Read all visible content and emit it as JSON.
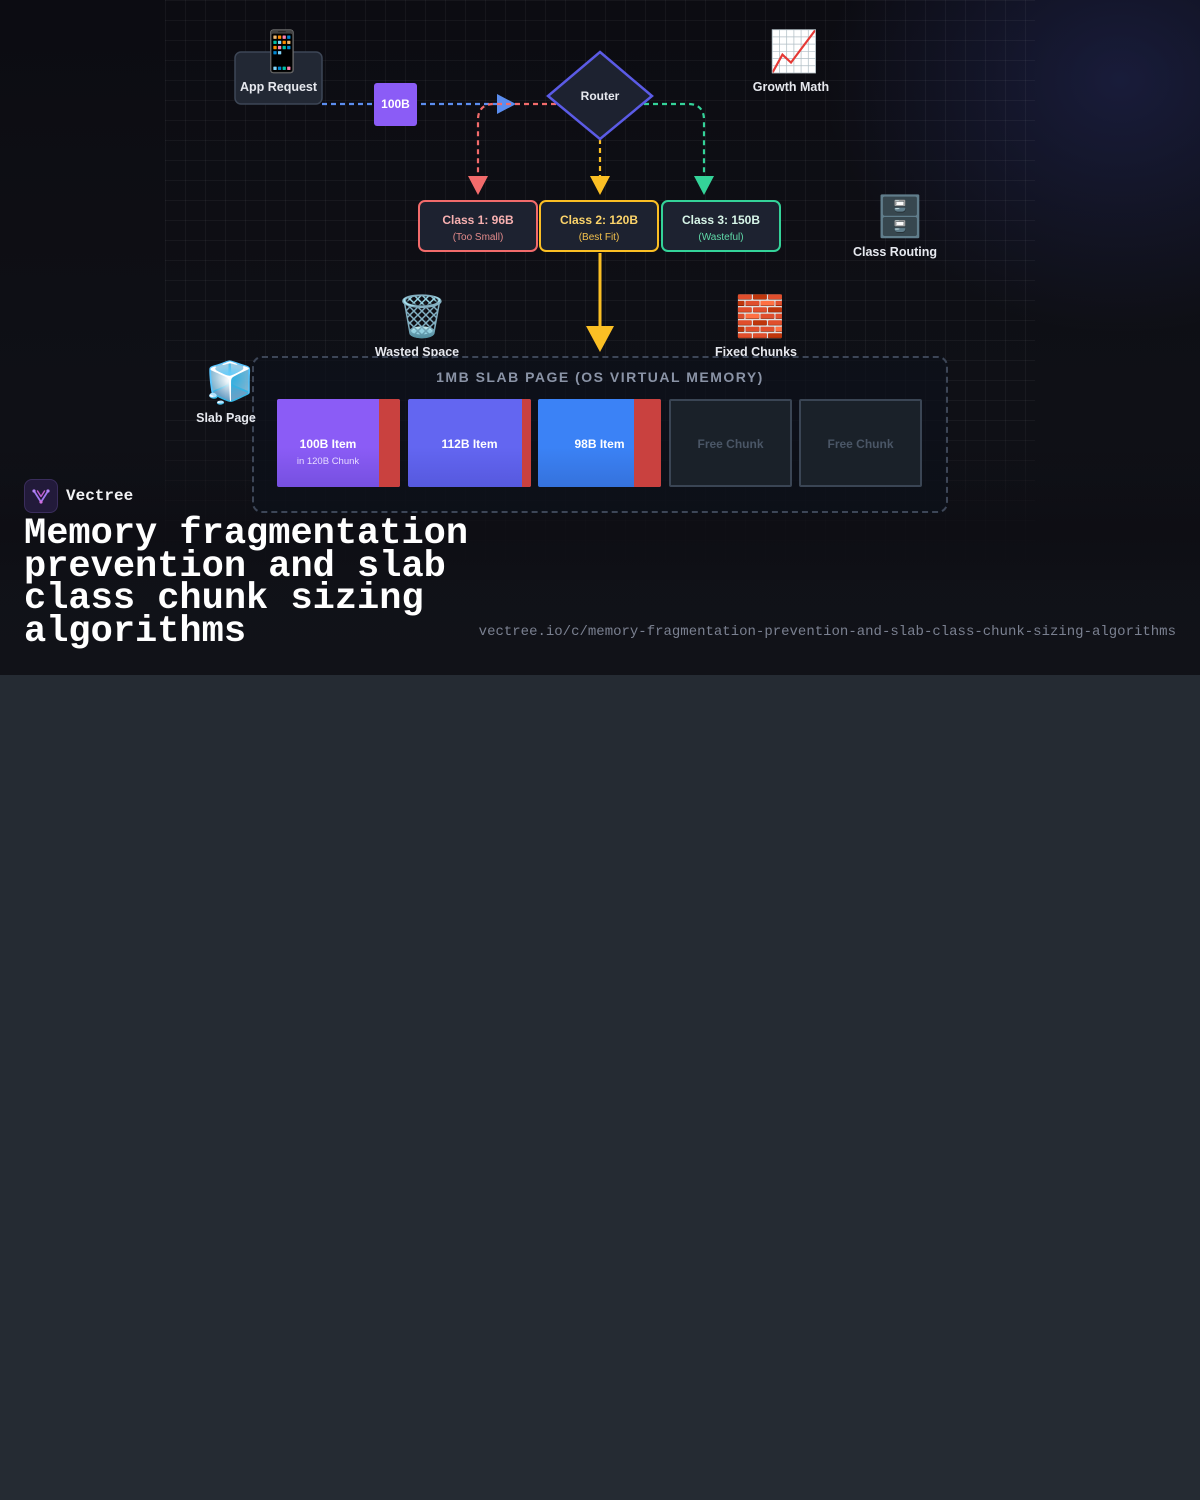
{
  "diagram": {
    "nodes": {
      "app_request": {
        "label": "App Request",
        "icon": "mobile-phone-icon"
      },
      "payload": {
        "label": "100B"
      },
      "router": {
        "label": "Router"
      },
      "growth_math": {
        "label": "Growth Math",
        "icon": "chart-increasing-icon"
      },
      "class_routing": {
        "label": "Class Routing",
        "icon": "file-cabinet-icon"
      },
      "wasted_space": {
        "label": "Wasted Space",
        "icon": "wastebasket-icon"
      },
      "fixed_chunks": {
        "label": "Fixed Chunks",
        "icon": "bricks-icon"
      },
      "slab_page": {
        "label": "Slab Page",
        "icon": "ice-cube-icon"
      }
    },
    "classes": [
      {
        "title": "Class 1: 96B",
        "subtitle": "(Too Small)",
        "color": "#f26b6b"
      },
      {
        "title": "Class 2: 120B",
        "subtitle": "(Best Fit)",
        "color": "#fbbf24"
      },
      {
        "title": "Class 3: 150B",
        "subtitle": "(Wasteful)",
        "color": "#34d399"
      }
    ],
    "slab": {
      "title": "1MB SLAB PAGE (OS VIRTUAL MEMORY)",
      "chunks": [
        {
          "label": "100B Item",
          "sublabel": "in 120B Chunk",
          "color": "#8b5cf6"
        },
        {
          "label": "112B Item",
          "sublabel": "",
          "color": "#6366f1"
        },
        {
          "label": "98B Item",
          "sublabel": "",
          "color": "#3b82f6"
        },
        {
          "label": "Free Chunk",
          "sublabel": ""
        },
        {
          "label": "Free Chunk",
          "sublabel": ""
        }
      ]
    },
    "colors": {
      "request_line": "#5b8def",
      "router_border": "#5b5be6",
      "waste": "#c9413f",
      "slab_border": "#3d4657"
    }
  },
  "brand": {
    "name": "Vectree",
    "logo_icon": "vectree-logo-icon"
  },
  "title": "Memory fragmentation prevention and slab class chunk sizing algorithms",
  "url": "vectree.io/c/memory-fragmentation-prevention-and-slab-class-chunk-sizing-algorithms"
}
